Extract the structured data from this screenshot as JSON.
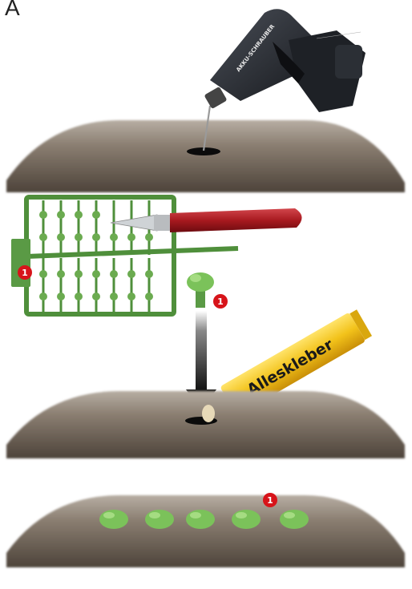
{
  "figure": {
    "step_letter": "A",
    "marker_label": "1",
    "glue_tube_label": "Alleskleber",
    "drill_brand": "AKKU-SCHRAUBER",
    "colors": {
      "ground_top": "#9a8f83",
      "ground_dark": "#5d5248",
      "sprue_green": "#5a9a45",
      "plant_green": "#7bc25a",
      "knife_handle": "#a8191f",
      "glue_tube": "#f2c21a",
      "marker_red": "#d7141a",
      "drill_body": "#2a2d33"
    }
  }
}
